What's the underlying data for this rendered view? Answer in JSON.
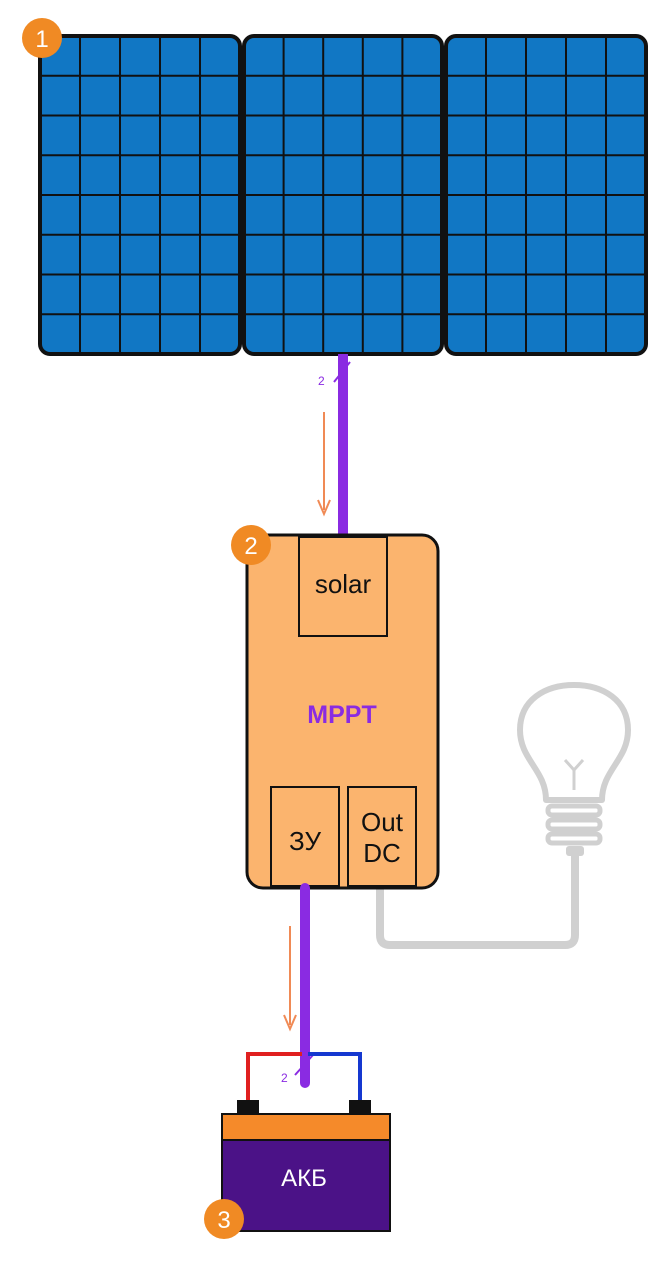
{
  "badges": [
    "1",
    "2",
    "3"
  ],
  "panel_count": 3,
  "wire_count_labels": {
    "top": "2",
    "bottom": "2"
  },
  "controller": {
    "title": "MPPT",
    "solar_port": "solar",
    "charger_port": "ЗУ",
    "out_port_line1": "Out",
    "out_port_line2": "DC"
  },
  "battery": {
    "label": "АКБ"
  },
  "colors": {
    "panel_fill": "#1177c4",
    "panel_frame": "#111111",
    "badge": "#f08a24",
    "controller": "#fbb46e",
    "wire": "#8a2be2",
    "flow_arrow": "#f08a55",
    "battery_body": "#4b1287",
    "battery_top": "#f58a2a",
    "positive": "#e02020",
    "negative": "#1538d0",
    "lamp": "#d0d0d0"
  },
  "icons": {
    "lamp": "light-bulb-icon",
    "flow": "arrow-down-icon"
  }
}
